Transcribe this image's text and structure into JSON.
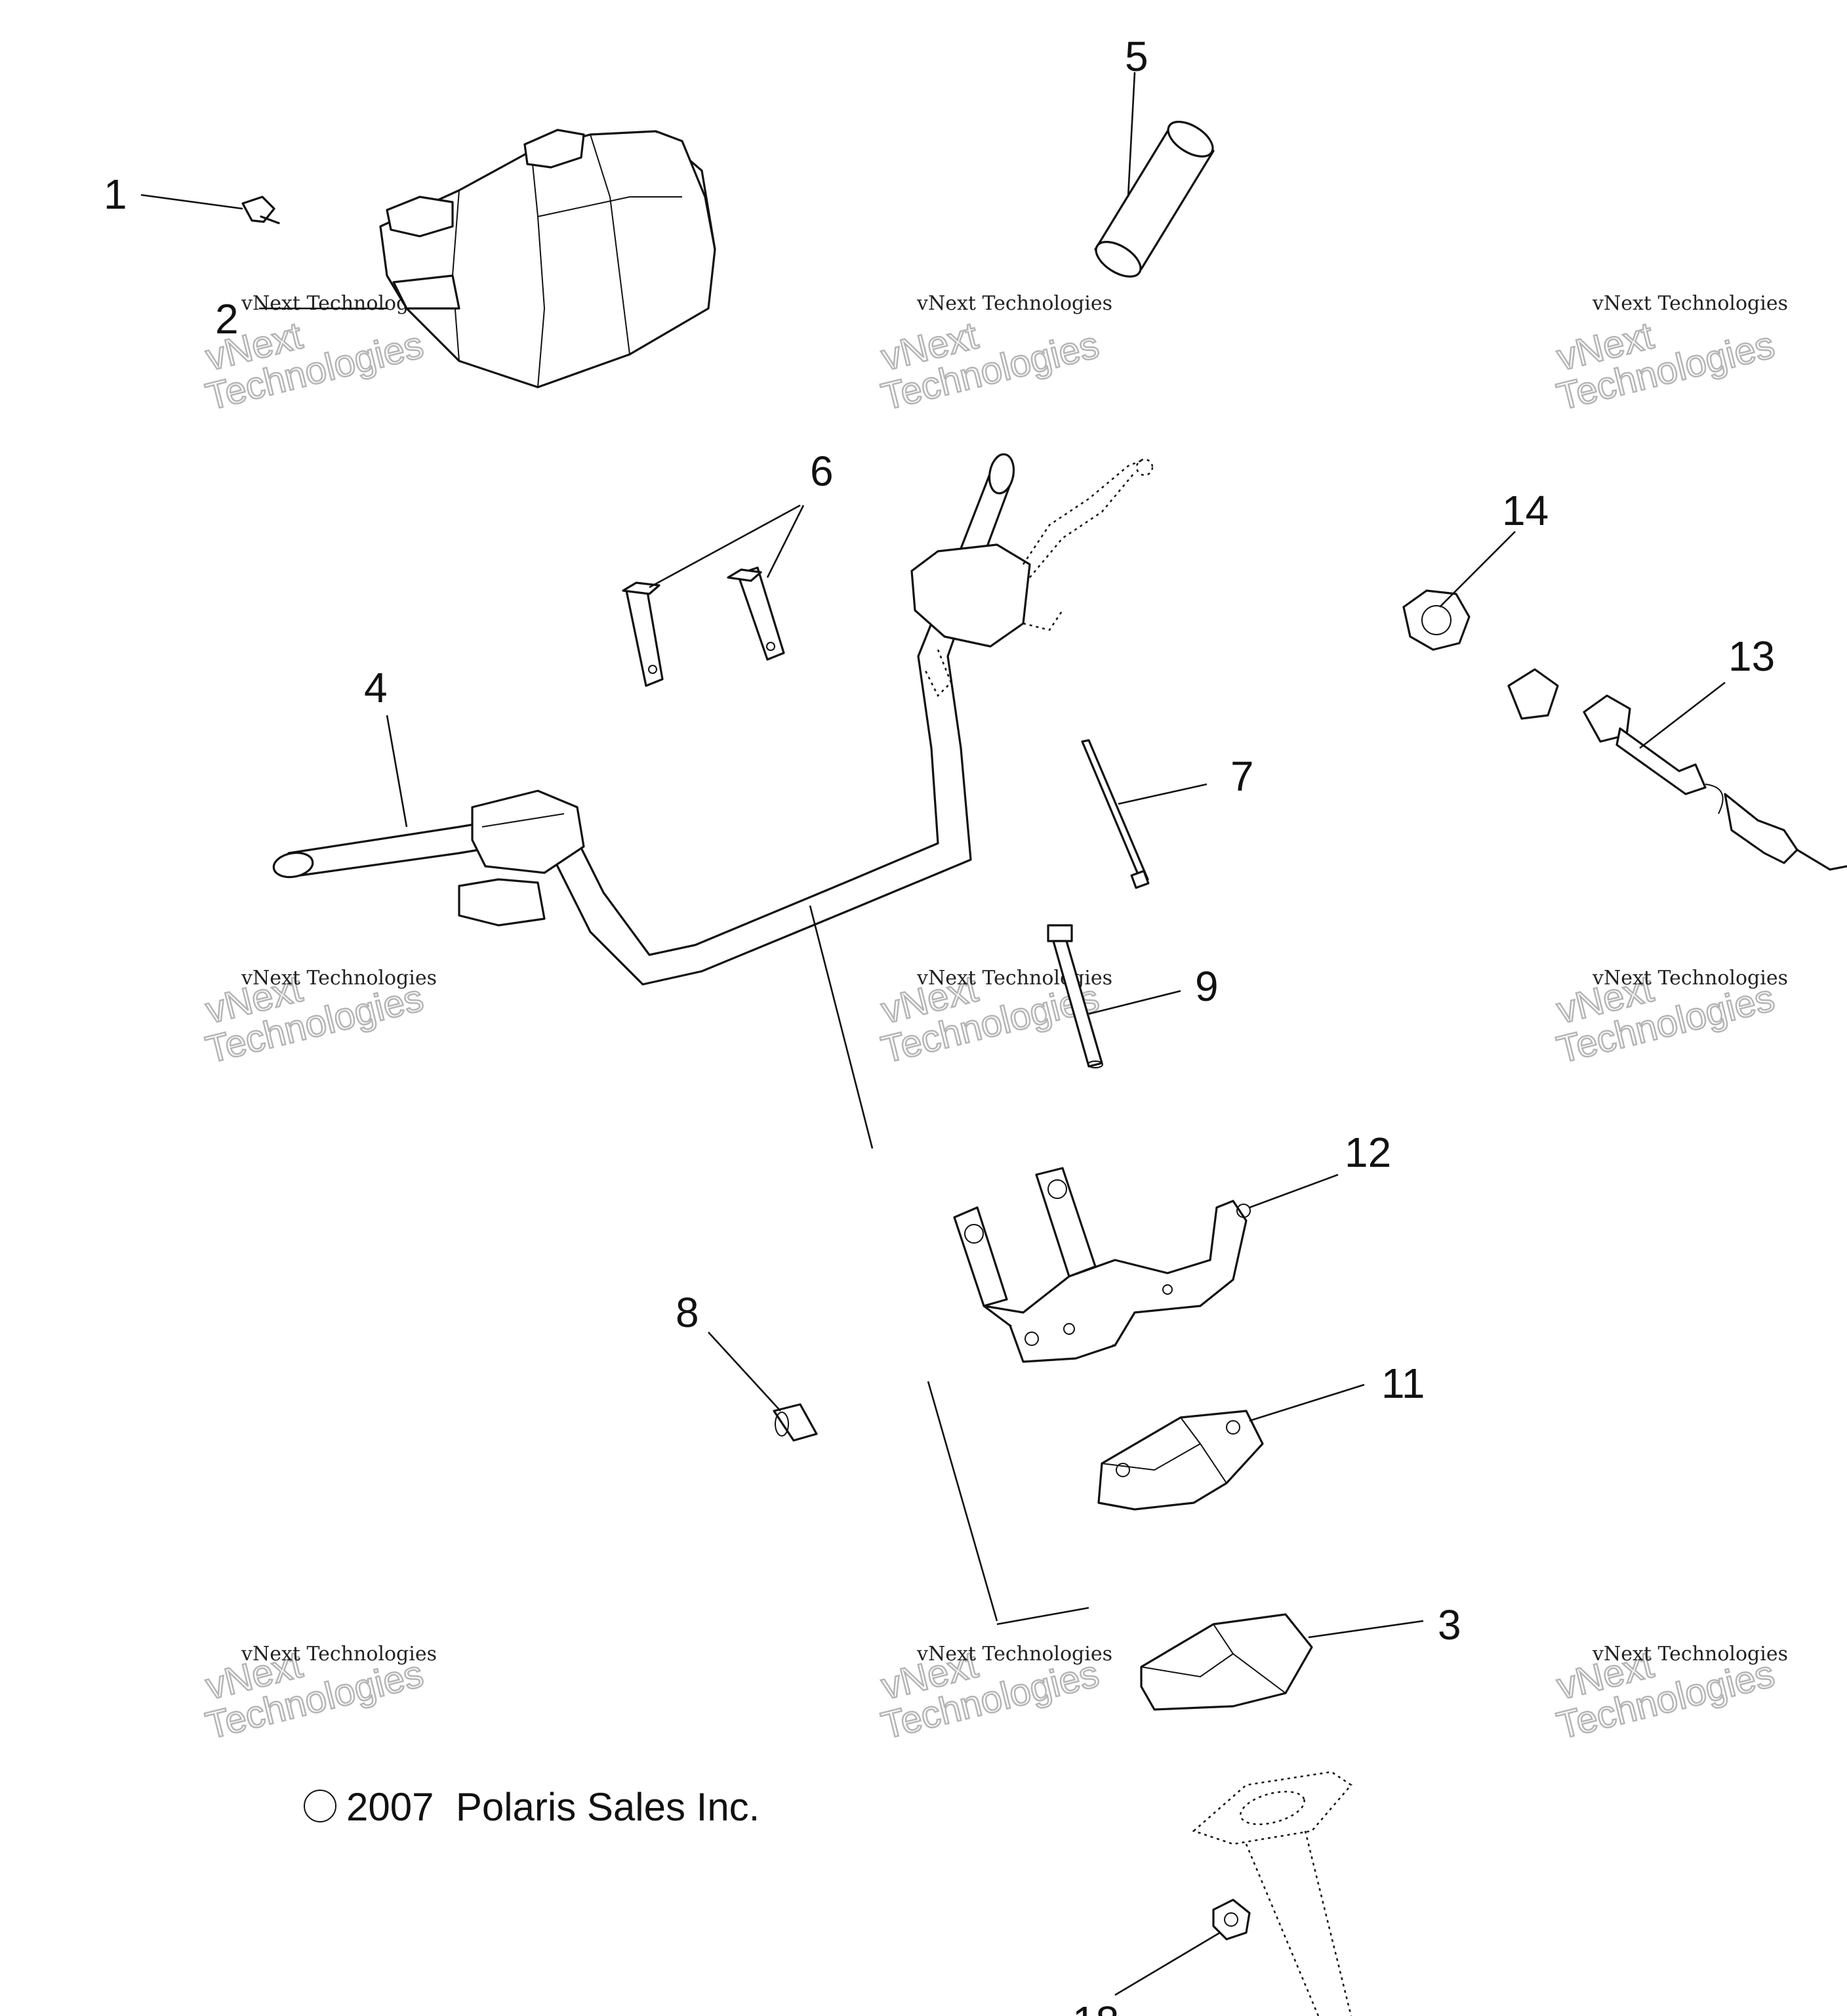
{
  "diagram": {
    "copyright_symbol": "©",
    "copyright": "2007  Polaris Sales Inc.",
    "watermark_line1": "vNext Technologies",
    "watermark_line2": "vNext Technologies",
    "callouts": [
      "1",
      "2",
      "3",
      "4",
      "5",
      "6",
      "7",
      "8",
      "9",
      "11",
      "12",
      "13",
      "14",
      "18"
    ]
  }
}
